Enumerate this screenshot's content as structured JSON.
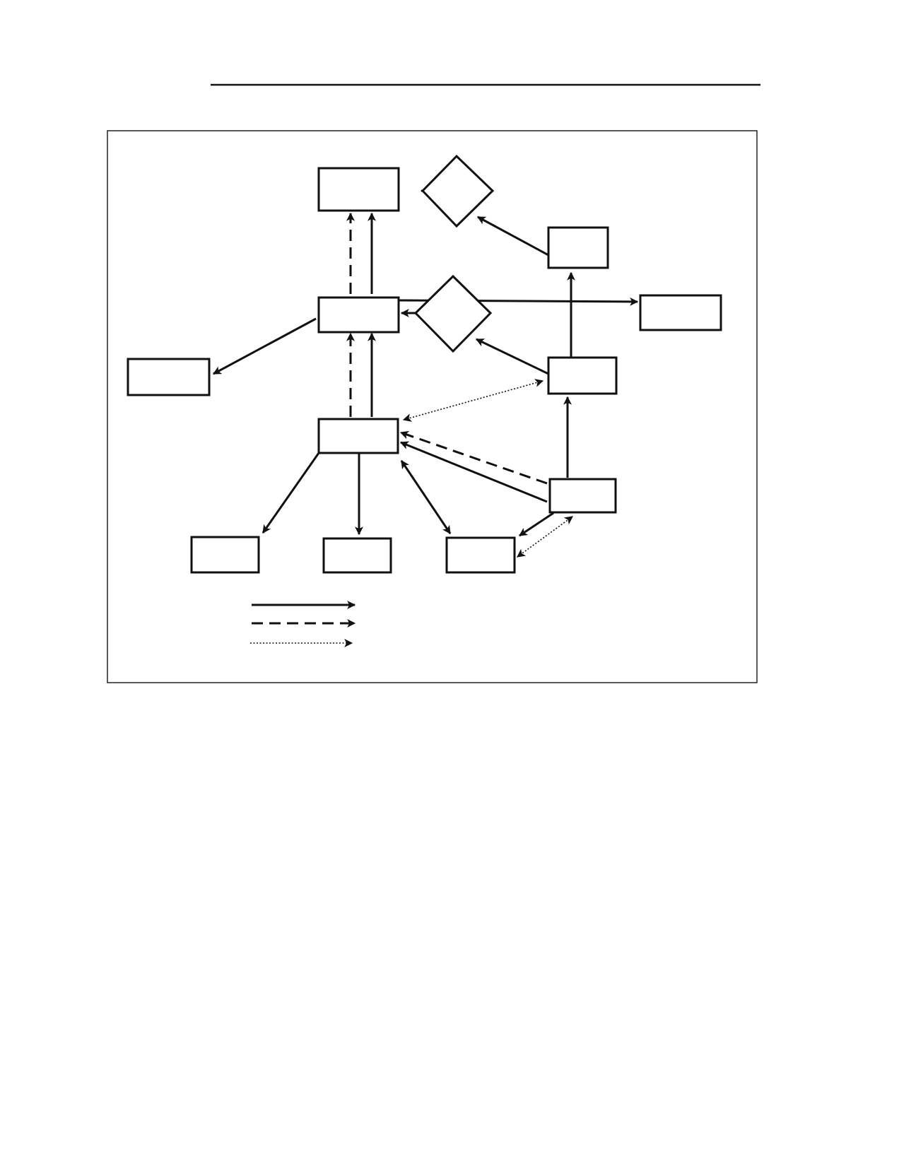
{
  "header": {
    "title": ""
  },
  "figure": {
    "caption": ""
  },
  "colors": {
    "ink": "#111111",
    "paper": "#ffffff"
  },
  "nodes": [
    {
      "id": "top-box",
      "shape": "rect",
      "label": ""
    },
    {
      "id": "top-diamond",
      "shape": "diamond",
      "label": ""
    },
    {
      "id": "upper-right-box",
      "shape": "rect",
      "label": ""
    },
    {
      "id": "mid-box",
      "shape": "rect",
      "label": ""
    },
    {
      "id": "mid-diamond",
      "shape": "diamond",
      "label": ""
    },
    {
      "id": "far-right-box",
      "shape": "rect",
      "label": ""
    },
    {
      "id": "left-box",
      "shape": "rect",
      "label": ""
    },
    {
      "id": "right-mid-box",
      "shape": "rect",
      "label": ""
    },
    {
      "id": "center-box",
      "shape": "rect",
      "label": ""
    },
    {
      "id": "right-low-box",
      "shape": "rect",
      "label": ""
    },
    {
      "id": "bottom-left-box",
      "shape": "rect",
      "label": ""
    },
    {
      "id": "bottom-mid-box",
      "shape": "rect",
      "label": ""
    },
    {
      "id": "bottom-right-box",
      "shape": "rect",
      "label": ""
    }
  ],
  "edges": [
    {
      "from": "top-diamond",
      "to": "top-box",
      "style": "solid"
    },
    {
      "from": "upper-right-box",
      "to": "top-diamond",
      "style": "solid"
    },
    {
      "from": "mid-box",
      "to": "top-box",
      "style": "dashed"
    },
    {
      "from": "mid-box",
      "to": "top-box",
      "style": "solid"
    },
    {
      "from": "mid-diamond",
      "to": "mid-box",
      "style": "solid"
    },
    {
      "from": "mid-box",
      "to": "far-right-box",
      "style": "solid"
    },
    {
      "from": "right-mid-box",
      "to": "mid-diamond",
      "style": "solid"
    },
    {
      "from": "right-mid-box",
      "to": "upper-right-box",
      "style": "solid"
    },
    {
      "from": "mid-box",
      "to": "left-box",
      "style": "solid"
    },
    {
      "from": "center-box",
      "to": "mid-box",
      "style": "dashed"
    },
    {
      "from": "center-box",
      "to": "mid-box",
      "style": "solid"
    },
    {
      "from": "right-mid-box",
      "to": "center-box",
      "style": "dotted",
      "bidirectional": true
    },
    {
      "from": "right-low-box",
      "to": "center-box",
      "style": "dashed"
    },
    {
      "from": "right-low-box",
      "to": "center-box",
      "style": "solid"
    },
    {
      "from": "right-low-box",
      "to": "right-mid-box",
      "style": "solid"
    },
    {
      "from": "center-box",
      "to": "bottom-left-box",
      "style": "solid"
    },
    {
      "from": "center-box",
      "to": "bottom-mid-box",
      "style": "solid"
    },
    {
      "from": "center-box",
      "to": "bottom-right-box",
      "style": "solid",
      "bidirectional": true
    },
    {
      "from": "right-low-box",
      "to": "bottom-right-box",
      "style": "solid"
    },
    {
      "from": "bottom-right-box",
      "to": "right-low-box",
      "style": "dotted",
      "bidirectional": true
    }
  ],
  "legend": [
    {
      "style": "solid",
      "label": ""
    },
    {
      "style": "dashed",
      "label": ""
    },
    {
      "style": "dotted",
      "label": ""
    }
  ]
}
